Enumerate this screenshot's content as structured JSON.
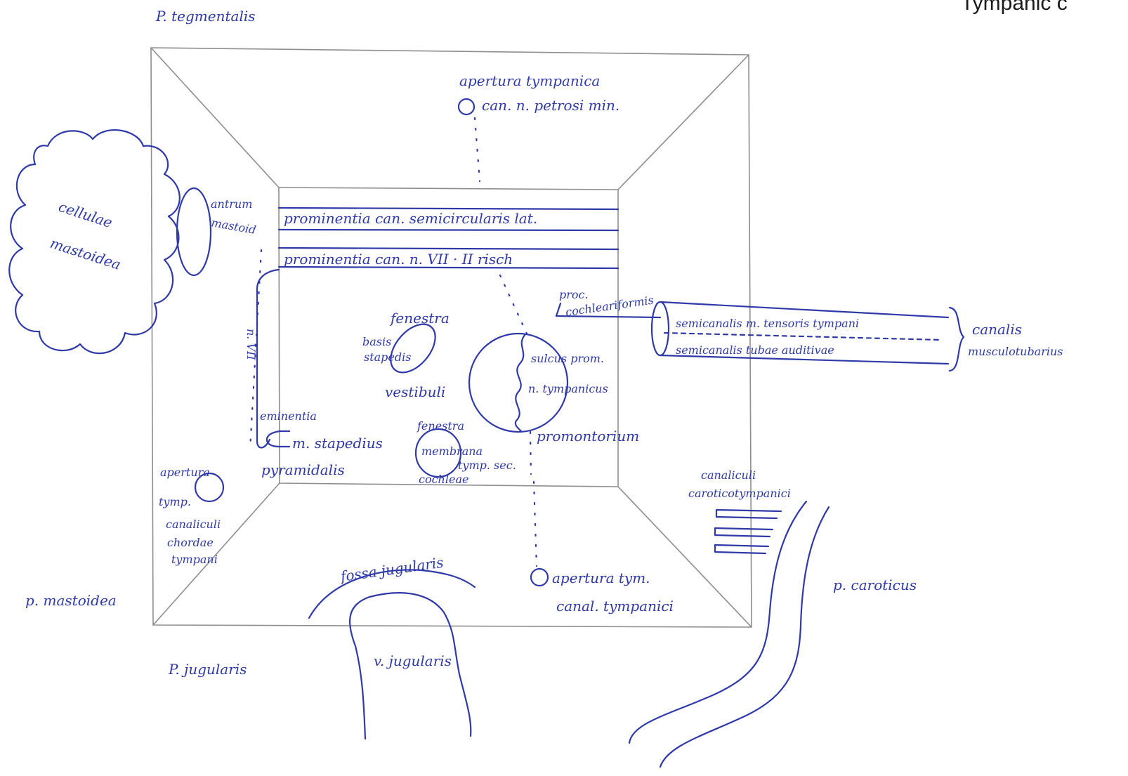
{
  "title": "Tympanic c",
  "walls": {
    "top": "P. tegmentalis",
    "left": "p. mastoidea",
    "bottom": "P. jugularis",
    "right": "p. caroticus"
  },
  "labels": {
    "cellulae_1": "cellulae",
    "cellulae_2": "mastoidea",
    "antrum_1": "antrum",
    "antrum_2": "mastoid",
    "prom_lat": "prominentia can. semicircularis lat.",
    "prom_vii": "prominentia can. n. VII · II risch",
    "aperture_top_1": "apertura tympanica",
    "aperture_top_2": "can. n. petrosi min.",
    "fenestra_vest_1": "fenestra",
    "fenestra_vest_2": "basis",
    "fenestra_vest_3": "stapedis",
    "fenestra_vest_4": "vestibuli",
    "proc_1": "proc.",
    "proc_2": "cochleariformis",
    "semican_1": "semicanalis m. tensoris tympani",
    "semican_2": "semicanalis tubae auditivae",
    "canalis_1": "canalis",
    "canalis_2": "musculotubarius",
    "sulcus_1": "sulcus prom.",
    "sulcus_2": "n. tympanicus",
    "promontorium": "promontorium",
    "fen_coch_1": "fenestra",
    "fen_coch_2": "membrana",
    "fen_coch_3": "tymp. sec.",
    "fen_coch_4": "cochleae",
    "eminentia_1": "eminentia",
    "eminentia_2": "m. stapedius",
    "eminentia_3": "pyramidalis",
    "vertical_vii": "n. VII",
    "aperture_chorda_1": "apertura",
    "aperture_chorda_2": "tymp.",
    "aperture_chorda_3": "canaliculi",
    "aperture_chorda_4": "chordae",
    "aperture_chorda_5": "tympani",
    "caroticotymp_1": "canaliculi",
    "caroticotymp_2": "caroticotympanici",
    "aperture_bottom_1": "apertura tym.",
    "aperture_bottom_2": "canal. tympanici",
    "fossa": "fossa jugularis",
    "vena": "v. jugularis"
  }
}
